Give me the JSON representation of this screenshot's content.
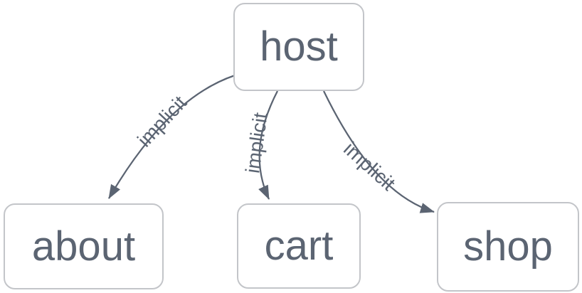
{
  "diagram": {
    "type": "graph",
    "direction": "top-down",
    "nodes": [
      {
        "id": "host",
        "label": "host"
      },
      {
        "id": "about",
        "label": "about"
      },
      {
        "id": "cart",
        "label": "cart"
      },
      {
        "id": "shop",
        "label": "shop"
      }
    ],
    "edges": [
      {
        "from": "host",
        "to": "about",
        "label": "implicit"
      },
      {
        "from": "host",
        "to": "cart",
        "label": "implicit"
      },
      {
        "from": "host",
        "to": "shop",
        "label": "implicit"
      }
    ],
    "colors": {
      "node_background": "#ffffff",
      "node_border": "#c3c5c9",
      "node_text": "#5b6472",
      "edge_stroke": "#5b6472",
      "edge_label_text": "#5b6472"
    }
  }
}
